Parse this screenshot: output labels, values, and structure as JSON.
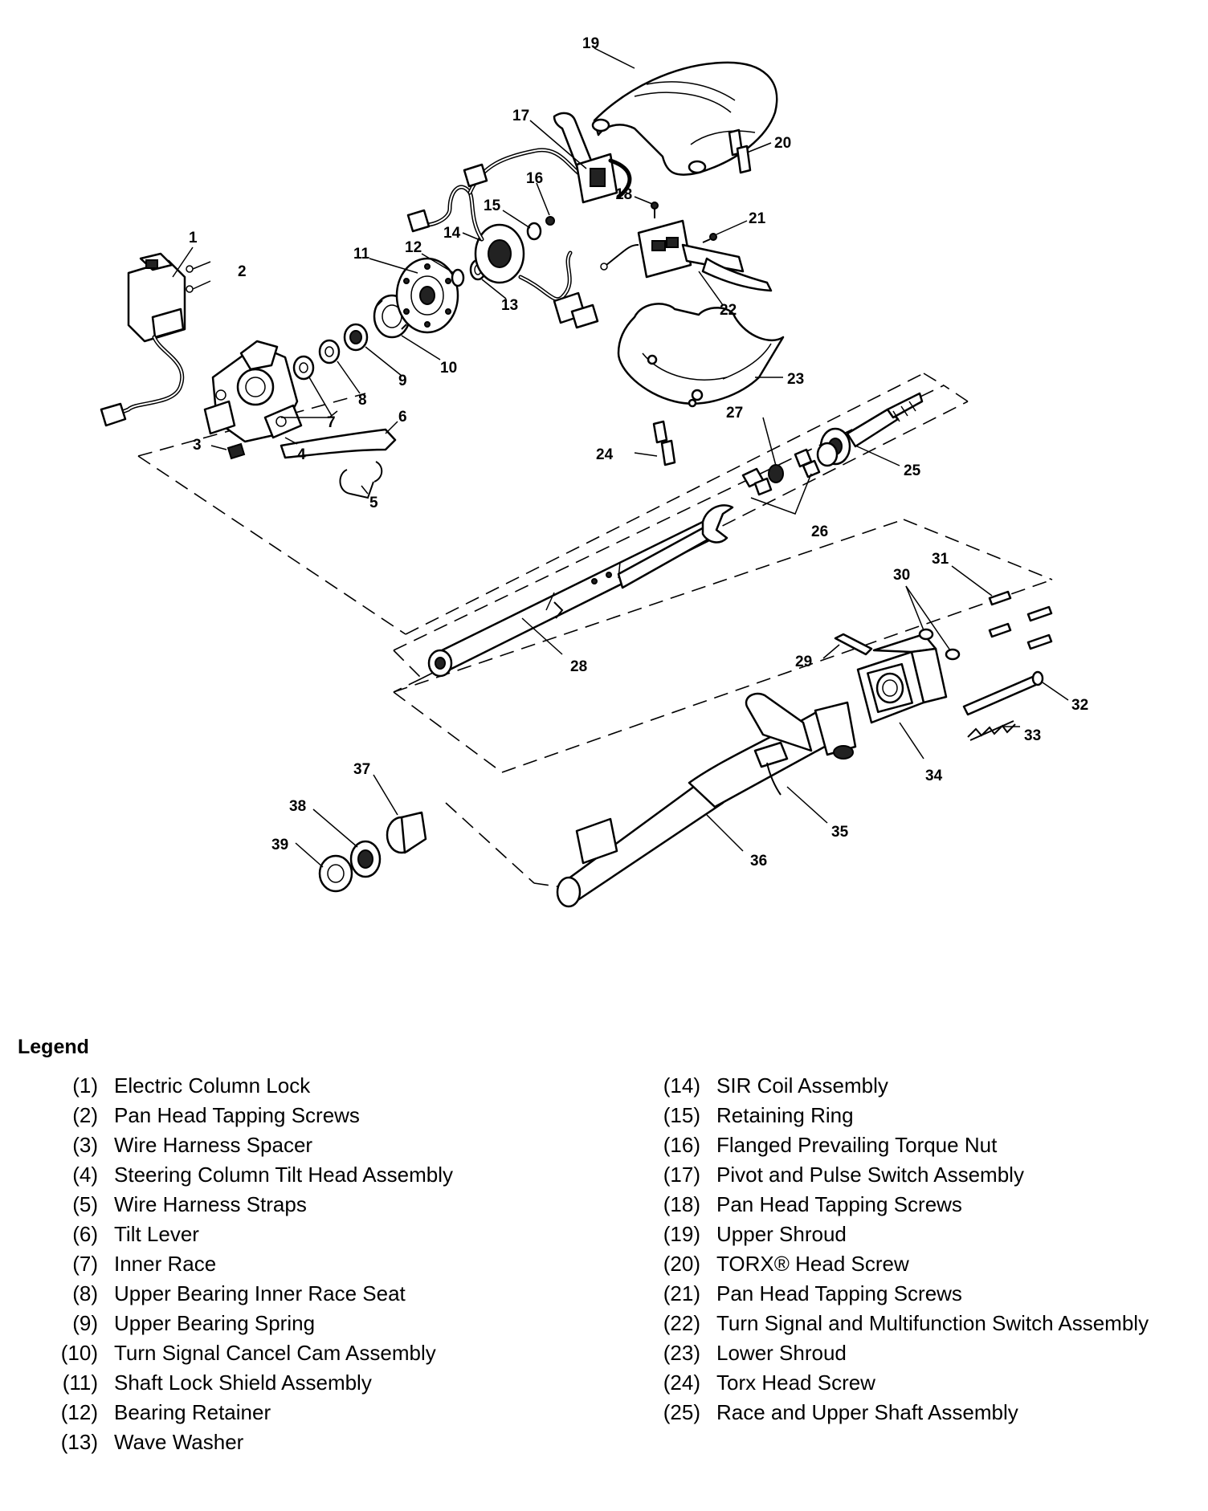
{
  "legend_title": "Legend",
  "callouts": [
    "1",
    "2",
    "3",
    "4",
    "5",
    "6",
    "7",
    "8",
    "9",
    "10",
    "11",
    "12",
    "13",
    "14",
    "15",
    "16",
    "17",
    "18",
    "19",
    "20",
    "21",
    "22",
    "23",
    "24",
    "25",
    "26",
    "27",
    "28",
    "29",
    "30",
    "31",
    "32",
    "33",
    "34",
    "35",
    "36",
    "37",
    "38",
    "39"
  ],
  "legend_left": [
    {
      "num": "(1)",
      "text": "Electric Column Lock"
    },
    {
      "num": "(2)",
      "text": "Pan Head Tapping Screws"
    },
    {
      "num": "(3)",
      "text": "Wire Harness Spacer"
    },
    {
      "num": "(4)",
      "text": "Steering Column Tilt Head Assembly"
    },
    {
      "num": "(5)",
      "text": "Wire Harness Straps"
    },
    {
      "num": "(6)",
      "text": "Tilt Lever"
    },
    {
      "num": "(7)",
      "text": "Inner Race"
    },
    {
      "num": "(8)",
      "text": "Upper Bearing Inner Race Seat"
    },
    {
      "num": "(9)",
      "text": "Upper Bearing Spring"
    },
    {
      "num": "(10)",
      "text": "Turn Signal Cancel Cam Assembly"
    },
    {
      "num": "(11)",
      "text": "Shaft Lock Shield Assembly"
    },
    {
      "num": "(12)",
      "text": "Bearing Retainer"
    },
    {
      "num": "(13)",
      "text": "Wave Washer"
    }
  ],
  "legend_right": [
    {
      "num": "(14)",
      "text": "SIR Coil Assembly"
    },
    {
      "num": "(15)",
      "text": "Retaining Ring"
    },
    {
      "num": "(16)",
      "text": "Flanged Prevailing Torque Nut"
    },
    {
      "num": "(17)",
      "text": "Pivot and Pulse Switch Assembly"
    },
    {
      "num": "(18)",
      "text": "Pan Head Tapping Screws"
    },
    {
      "num": "(19)",
      "text": "Upper Shroud"
    },
    {
      "num": "(20)",
      "text": "TORX® Head Screw"
    },
    {
      "num": "(21)",
      "text": "Pan Head Tapping Screws"
    },
    {
      "num": "(22)",
      "text": "Turn Signal and Multifunction Switch Assembly"
    },
    {
      "num": "(23)",
      "text": "Lower Shroud"
    },
    {
      "num": "(24)",
      "text": "Torx Head Screw"
    },
    {
      "num": "(25)",
      "text": "Race and Upper Shaft Assembly"
    }
  ]
}
